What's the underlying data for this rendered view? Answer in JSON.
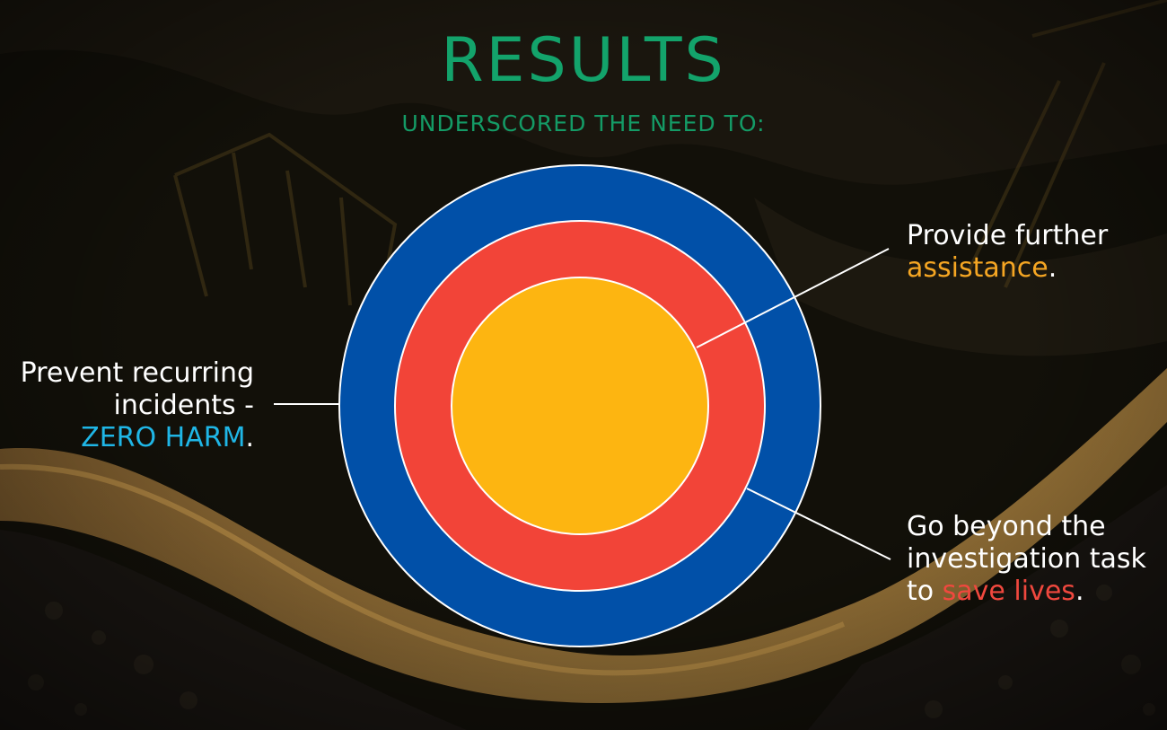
{
  "slide": {
    "title": "RESULTS",
    "subtitle": "UNDERSCORED THE NEED TO:"
  },
  "labels": {
    "left": {
      "line1": "Prevent recurring",
      "line2": "incidents -",
      "highlight": "ZERO HARM",
      "suffix": "."
    },
    "top_right": {
      "line1": "Provide further",
      "highlight": "assistance",
      "suffix": "."
    },
    "bottom_right": {
      "line1": "Go beyond the",
      "line2": "investigation task",
      "prefix": "to ",
      "highlight": "save lives",
      "suffix": "."
    }
  },
  "colors": {
    "title": "#13a36b",
    "subtitle": "#149b66",
    "outer_ring": "#0150a8",
    "middle_ring": "#f24438",
    "inner_circle": "#fdb511",
    "highlight_zero_harm": "#1fb6e6",
    "highlight_assistance": "#f5a623",
    "highlight_save_lives": "#f0483e",
    "label_text": "#ffffff"
  }
}
